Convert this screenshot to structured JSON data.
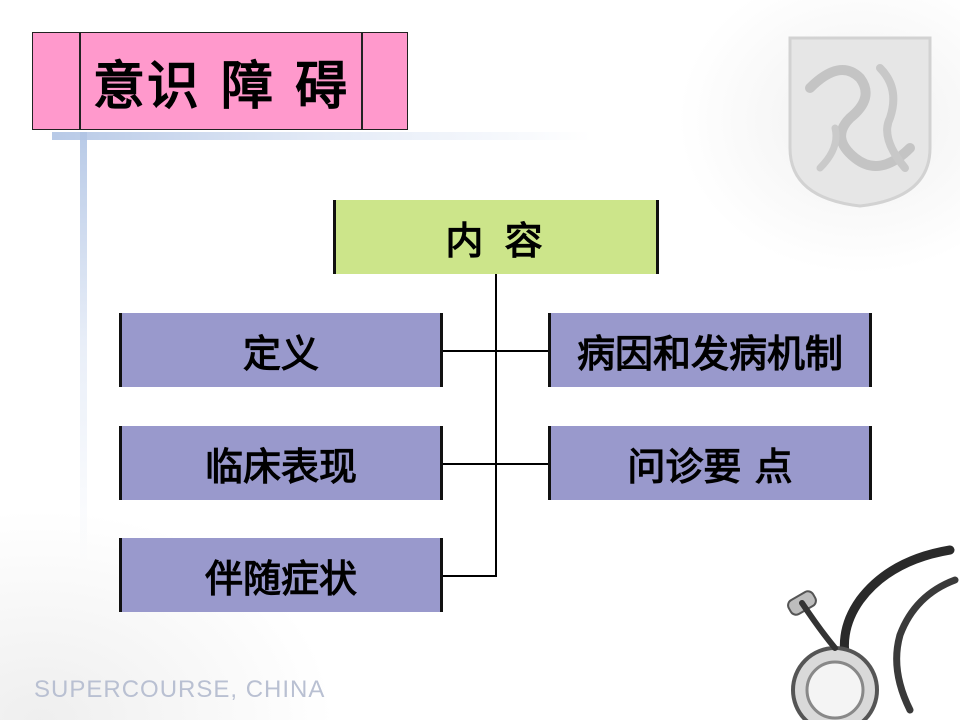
{
  "title": "意识 障 碍",
  "center_box": "内 容",
  "left_items": [
    "定义",
    "临床表现",
    "伴随症状"
  ],
  "right_items": [
    "病因和发病机制",
    "问诊要 点"
  ],
  "watermark": "SUPERCOURSE, CHINA",
  "colors": {
    "title_bg": "#ff99cc",
    "center_bg": "#cce58a",
    "item_bg": "#9999cc"
  },
  "decorations": [
    "calligraphy-logo",
    "stethoscope-image"
  ]
}
